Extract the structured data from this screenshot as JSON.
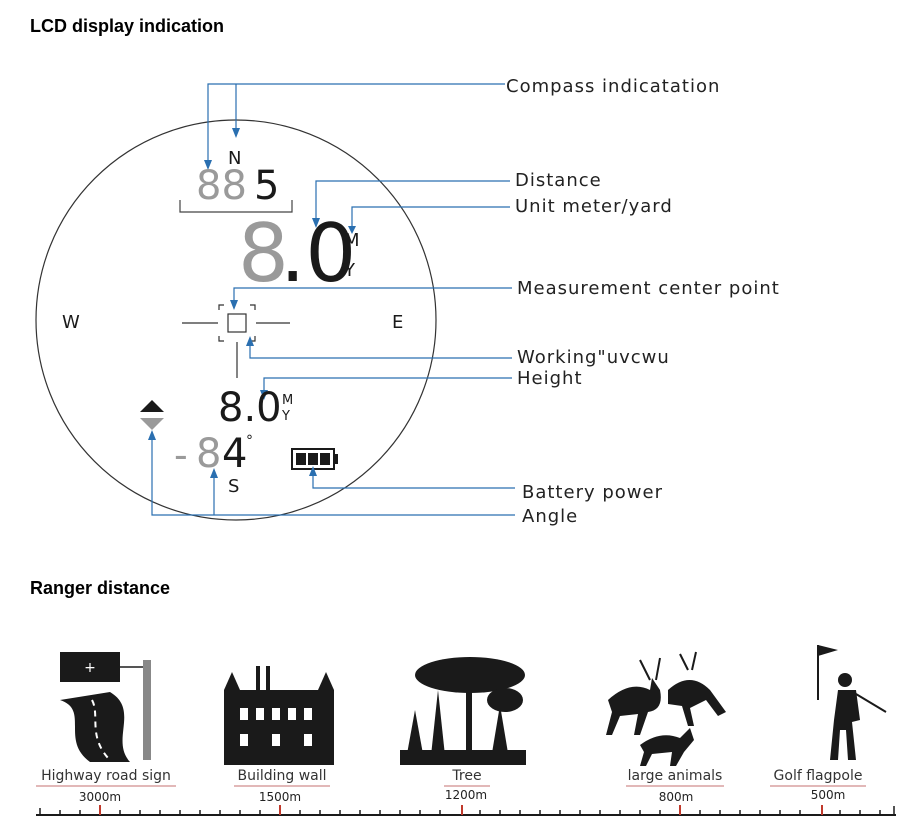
{
  "headings": {
    "lcd": "LCD display indication",
    "ranger": "Ranger distance"
  },
  "lcd": {
    "compass_digits_dim": "88",
    "compass_digit_lit": "5",
    "north": "N",
    "south": "S",
    "west": "W",
    "east": "E",
    "distance_int": "8",
    "distance_dec": ".0",
    "unit_top": "M",
    "unit_bottom": "Y",
    "height_value": "8.0",
    "height_unit_top": "M",
    "height_unit_bottom": "Y",
    "angle_minus": "-",
    "angle_dim_digit": "8",
    "angle_lit_digit": "4",
    "degree_sign": "°"
  },
  "labels": {
    "compass": "Compass indicatation",
    "distance": "Distance",
    "unit": "Unit meter/yard",
    "center_point": "Measurement center point",
    "working": "Working\"uvcwu",
    "height": "Height",
    "battery": "Battery power",
    "angle": "Angle"
  },
  "ranger": [
    {
      "name": "Highway road sign",
      "distance": "3000m"
    },
    {
      "name": "Building wall",
      "distance": "1500m"
    },
    {
      "name": "Tree",
      "distance": "1200m"
    },
    {
      "name": "large animals",
      "distance": "800m"
    },
    {
      "name": "Golf flagpole",
      "distance": "500m"
    }
  ],
  "colors": {
    "arrow": "#2a6fb0",
    "lcd_dim": "#9a9a9a",
    "lcd_dark": "#1a1a1a",
    "scale_red": "#c0392b",
    "caption_rule": "#d9a0a0"
  }
}
